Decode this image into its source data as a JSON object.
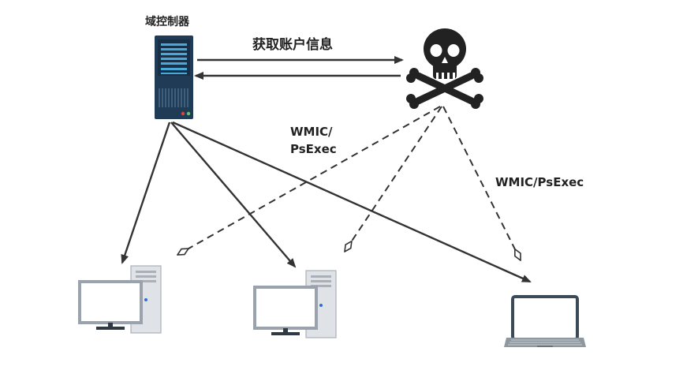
{
  "labels": {
    "domain_controller": "域控制器",
    "get_account_info": "获取账户信息",
    "wmic_psexec_left_line1": "WMIC/",
    "wmic_psexec_left_line2": "PsExec",
    "wmic_psexec_right": "WMIC/PsExec"
  },
  "colors": {
    "server_body": "#1f3b55",
    "server_stripe": "#4aa8d8",
    "arrow": "#333333",
    "monitor_border": "#9aa3ad",
    "tower": "#dfe3e7",
    "laptop_screen_border": "#3a4a58",
    "skull": "#222222"
  },
  "icons": [
    "server-icon",
    "skull-crossbones-icon",
    "desktop-computer-icon",
    "laptop-icon"
  ]
}
